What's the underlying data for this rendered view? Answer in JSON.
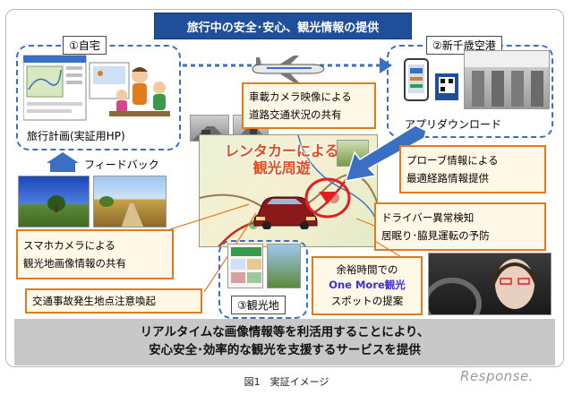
{
  "banner": {
    "text": "旅行中の安全･安心、観光情報の提供"
  },
  "home": {
    "label": "①自宅",
    "plan_label": "旅行計画(実証用HP)"
  },
  "airport": {
    "label": "②新千歳空港",
    "download_label": "アプリダウンロード"
  },
  "sightseeing": {
    "label": "③観光地"
  },
  "map": {
    "title_line1": "レンタカーによる",
    "title_line2": "観光周遊"
  },
  "feedback": {
    "label": "フィードバック"
  },
  "callouts": {
    "camera_share": {
      "line1": "車載カメラ映像による",
      "line2": "道路交通状況の共有"
    },
    "probe": {
      "line1": "プローブ情報による",
      "line2": "最適経路情報提供"
    },
    "driver": {
      "line1": "ドライバー異常検知",
      "line2": "居眠り･脇見運転の予防"
    },
    "smartphone": {
      "line1": "スマホカメラによる",
      "line2": "観光地画像情報の共有"
    },
    "accident": {
      "text": "交通事故発生地点注意喚起"
    },
    "spare_time": {
      "line1": "余裕時間での",
      "line2": "One More観光",
      "line3": "スポットの提案"
    }
  },
  "bottom": {
    "line1": "リアルタイムな画像情報等を利活用することにより、",
    "line2": "安心安全･効率的な観光を支援するサービスを提供"
  },
  "caption": {
    "text": "図1　実証イメージ"
  },
  "logo": {
    "text": "Response."
  },
  "colors": {
    "banner": "#1f4e9a",
    "callout_border": "#e07b1f",
    "region_border": "#3a6fc3",
    "arrow": "#3a6fc3",
    "map_title": "#e04b1a",
    "highlight": "#3d2fd8"
  }
}
